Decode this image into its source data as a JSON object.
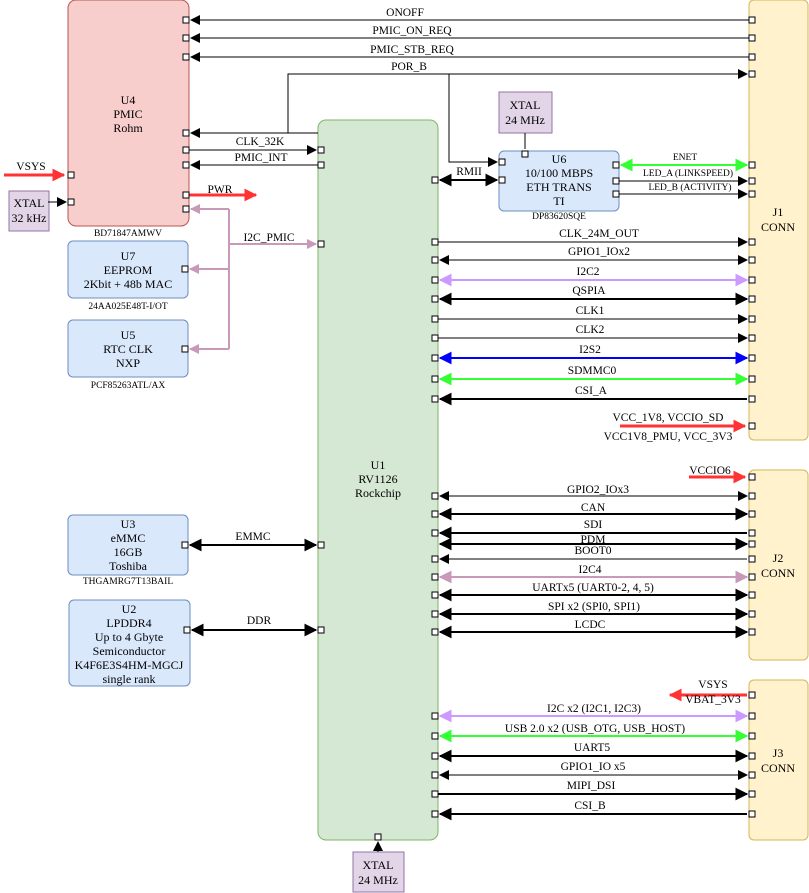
{
  "blocks": {
    "u4": {
      "name": "U4",
      "line2": "PMIC",
      "line3": "Rohm",
      "part": "BD71847AMWV"
    },
    "u7": {
      "name": "U7",
      "line2": "EEPROM",
      "line3": "2Kbit + 48b MAC",
      "part": "24AA025E48T-I/OT"
    },
    "u5": {
      "name": "U5",
      "line2": "RTC CLK",
      "line3": "NXP",
      "part": "PCF85263ATL/AX"
    },
    "u3": {
      "name": "U3",
      "line2": "eMMC",
      "line3": "16GB",
      "line4": "Toshiba",
      "part": "THGAMRG7T13BAIL"
    },
    "u2": {
      "name": "U2",
      "line2": "LPDDR4",
      "line3": "Up to 4 Gbyte",
      "line4": "Semiconductor",
      "line5": "K4F6E3S4HM-MGCJ",
      "line6": "single rank"
    },
    "u1": {
      "name": "U1",
      "line2": "RV1126",
      "line3": "Rockchip"
    },
    "u6": {
      "name": "U6",
      "line2": "10/100 MBPS",
      "line3": "ETH TRANS",
      "line4": "TI",
      "part": "DP83620SQE"
    },
    "j1": {
      "name": "J1",
      "line2": "CONN"
    },
    "j2": {
      "name": "J2",
      "line2": "CONN"
    },
    "j3": {
      "name": "J3",
      "line2": "CONN"
    },
    "xtal_pmic": {
      "line1": "XTAL",
      "line2": "32 kHz"
    },
    "xtal_eth": {
      "line1": "XTAL",
      "line2": "24 MHz"
    },
    "xtal_soc": {
      "line1": "XTAL",
      "line2": "24 MHz"
    }
  },
  "signals": {
    "onoff": "ONOFF",
    "pmic_on_req": "PMIC_ON_REQ",
    "pmic_stb_req": "PMIC_STB_REQ",
    "por_b": "POR_B",
    "clk_32k": "CLK_32K",
    "pmic_int": "PMIC_INT",
    "pwr": "PWR",
    "vsys_in": "VSYS",
    "i2c_pmic": "I2C_PMIC",
    "rmii": "RMII",
    "enet": "ENET",
    "led_a": "LED_A (LINKSPEED)",
    "led_b": "LED_B (ACTIVITY)",
    "clk_24m_out": "CLK_24M_OUT",
    "gpio1_iox2": "GPIO1_IOx2",
    "i2c2": "I2C2",
    "qspia": "QSPIA",
    "clk1": "CLK1",
    "clk2": "CLK2",
    "i2s2": "I2S2",
    "sdmmc0": "SDMMC0",
    "csi_a": "CSI_A",
    "vcc_1v8": "VCC_1V8, VCCIO_SD",
    "vcc1v8_pmu": "VCC1V8_PMU, VCC_3V3",
    "vccio6": "VCCIO6",
    "gpio2_iox3": "GPIO2_IOx3",
    "can": "CAN",
    "sdi": "SDI",
    "pdm": "PDM",
    "boot0": "BOOT0",
    "i2c4": "I2C4",
    "uartx5": "UARTx5 (UART0-2, 4, 5)",
    "spi_x2": "SPI x2 (SPI0, SPI1)",
    "lcdc": "LCDC",
    "vsys_j3": "VSYS",
    "vbat_3v3": "VBAT_3V3",
    "i2c_x2": "I2C x2 (I2C1, I2C3)",
    "usb": "USB 2.0 x2 (USB_OTG, USB_HOST)",
    "uart5": "UART5",
    "gpio1_io_x5": "GPIO1_IO x5",
    "mipi_dsi": "MIPI_DSI",
    "csi_b": "CSI_B",
    "emmc": "EMMC",
    "ddr": "DDR"
  },
  "colors": {
    "pmic_fill": "#f8cecc",
    "pmic_stroke": "#b85450",
    "soc_fill": "#d5e8d4",
    "soc_stroke": "#82b366",
    "mem_fill": "#dae8fc",
    "mem_stroke": "#6c8ebf",
    "conn_fill": "#fff2cc",
    "conn_stroke": "#d6b656",
    "xtal_fill": "#e1d5e7",
    "xtal_stroke": "#9673a6",
    "power_arrow": "#ff3333",
    "i2c": "#cc99ff",
    "i2c_pmic": "#c899b8",
    "green_bus": "#33ff33",
    "i2s_blue": "#0000ff"
  }
}
